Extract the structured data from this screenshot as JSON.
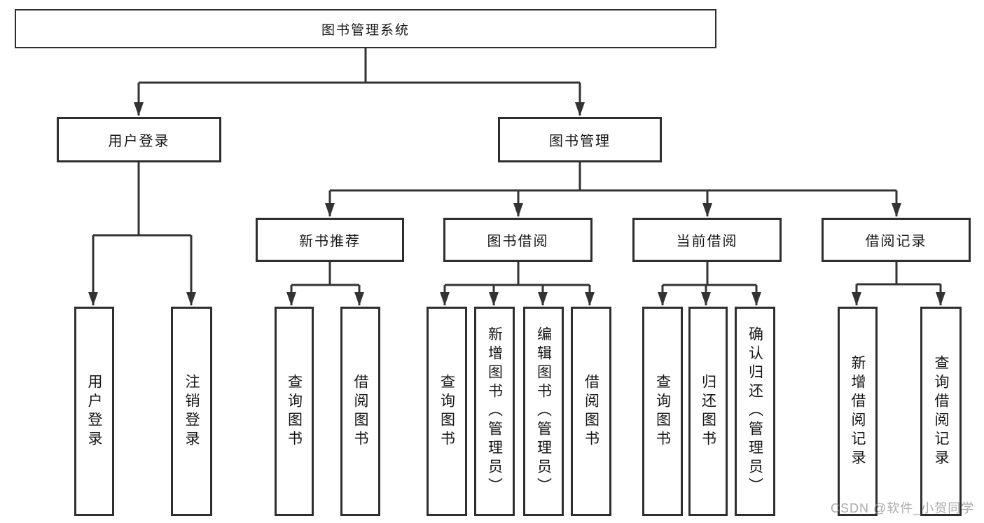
{
  "diagram": {
    "title": "图书管理系统",
    "branches": [
      {
        "label": "用户登录",
        "children": [
          {
            "label": "用户登录"
          },
          {
            "label": "注销登录"
          }
        ]
      },
      {
        "label": "图书管理",
        "modules": [
          {
            "label": "新书推荐",
            "children": [
              {
                "label": "查询图书"
              },
              {
                "label": "借阅图书"
              }
            ]
          },
          {
            "label": "图书借阅",
            "children": [
              {
                "label": "查询图书"
              },
              {
                "label": "新增图书（管理员）"
              },
              {
                "label": "编辑图书（管理员）"
              },
              {
                "label": "借阅图书"
              }
            ]
          },
          {
            "label": "当前借阅",
            "children": [
              {
                "label": "查询图书"
              },
              {
                "label": "归还图书"
              },
              {
                "label": "确认归还（管理员）"
              }
            ]
          },
          {
            "label": "借阅记录",
            "children": [
              {
                "label": "新增借阅记录"
              },
              {
                "label": "查询借阅记录"
              }
            ]
          }
        ]
      }
    ]
  },
  "watermark": {
    "text": "CSDN @软件_小贺同学"
  },
  "colors": {
    "line": "#333333",
    "box_border": "#2e2e2e",
    "text": "#161616",
    "watermark": "#9c9c9c",
    "background": "#ffffff"
  }
}
